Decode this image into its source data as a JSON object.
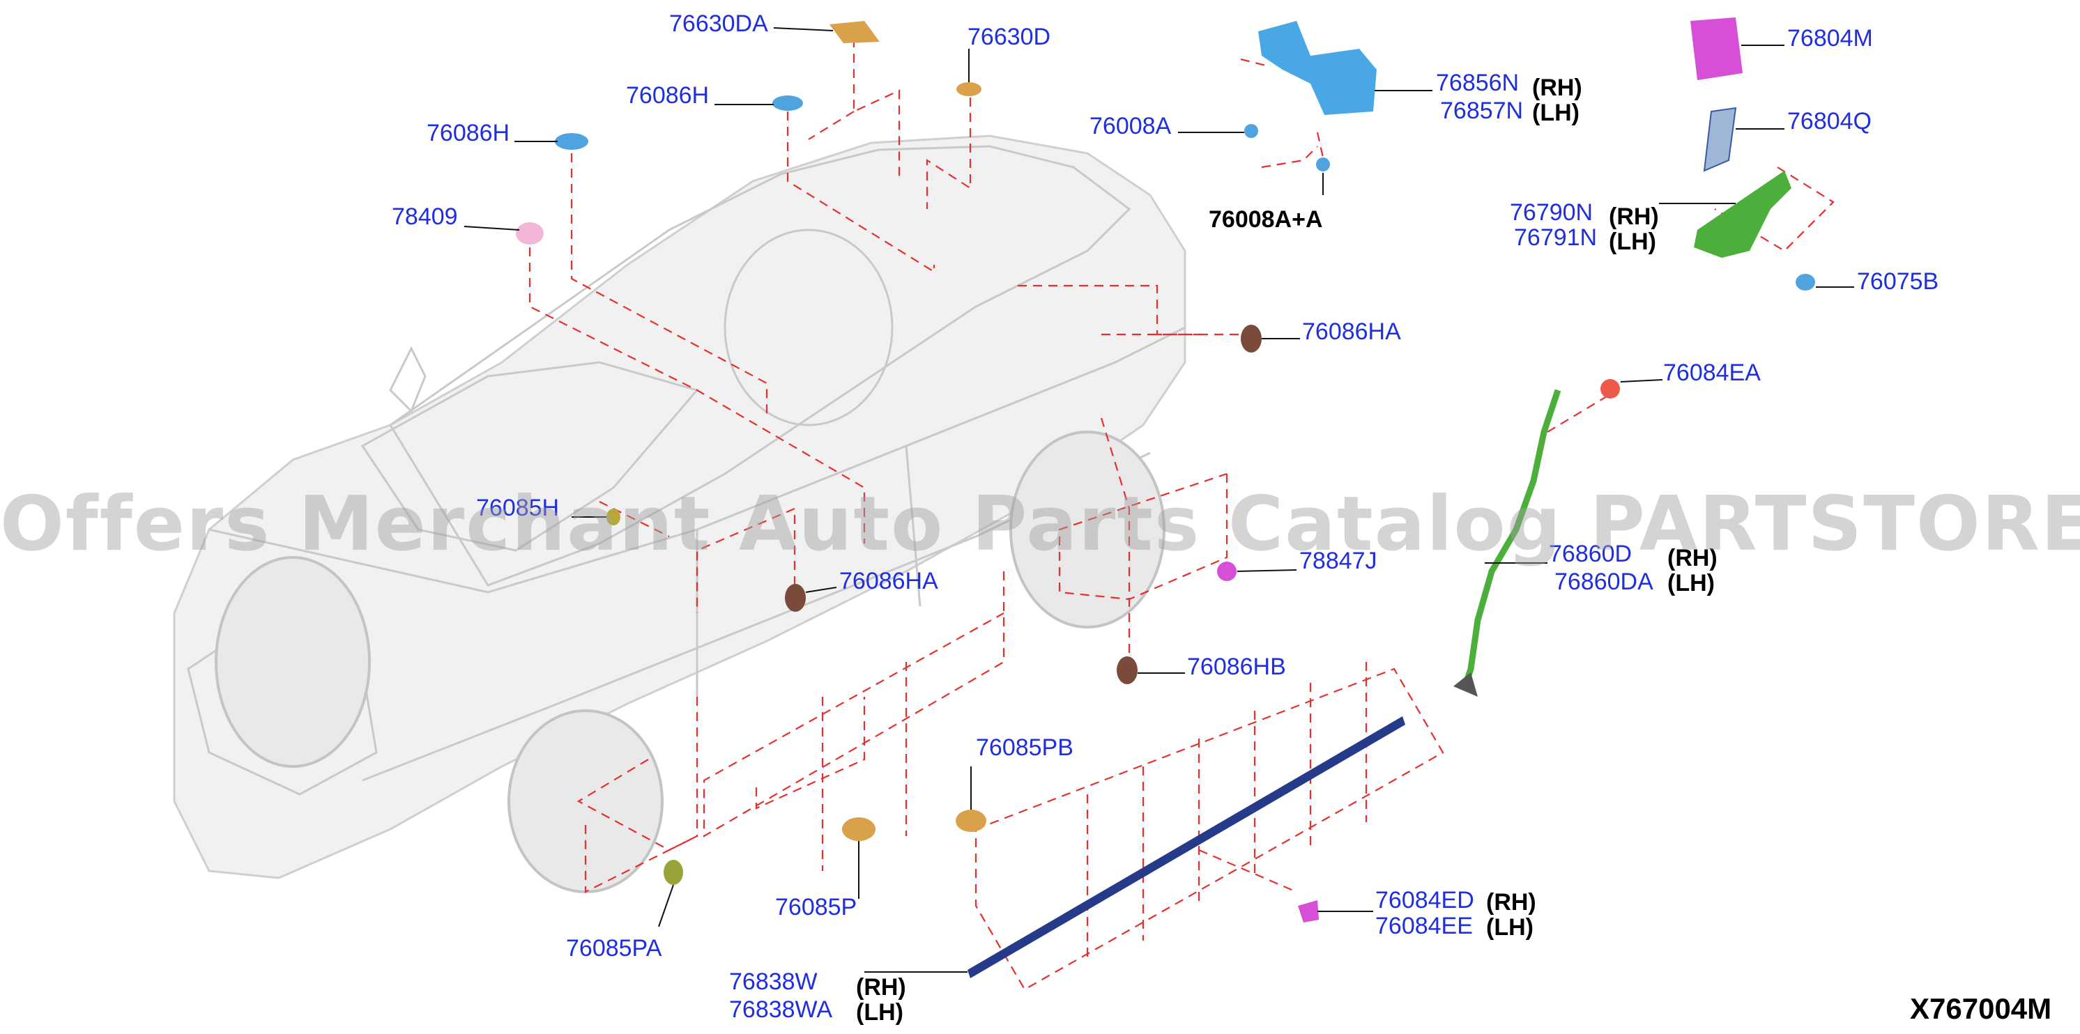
{
  "diagram_code": "X767004M",
  "watermark": "Offers Merchant Auto Parts Catalog PARTSTORE.SA",
  "parts": {
    "p76630DA": "76630DA",
    "p76630D": "76630D",
    "p76086H_top": "76086H",
    "p76086H_left": "76086H",
    "p78409": "78409",
    "p76856N": "76856N",
    "p76857N": "76857N",
    "p76008A": "76008A",
    "p76008AA": "76008A+A",
    "p76804M": "76804M",
    "p76804Q": "76804Q",
    "p76790N": "76790N",
    "p76791N": "76791N",
    "p76075B": "76075B",
    "p76086HA_rear": "76086HA",
    "p76084EA": "76084EA",
    "p76085H": "76085H",
    "p78847J": "78847J",
    "p76860D": "76860D",
    "p76860DA": "76860DA",
    "p76086HA_door": "76086HA",
    "p76086HB": "76086HB",
    "p76085PB": "76085PB",
    "p76085P": "76085P",
    "p76085PA": "76085PA",
    "p76084ED": "76084ED",
    "p76084EE": "76084EE",
    "p76838W": "76838W",
    "p76838WA": "76838WA"
  },
  "sides": {
    "rh": "(RH)",
    "lh": "(LH)"
  },
  "colors": {
    "part_number": "#1f2fe0",
    "callout_dash": "#e53030",
    "clip_gold": "#d9a24a",
    "clip_blue": "#4fa3e0",
    "bracket_blue": "#4aa7e6",
    "bracket_green": "#4caf3c",
    "cover_magenta": "#d64fd6",
    "moulding_navy": "#263a8a",
    "clip_brown": "#7a4a3a",
    "clip_pink": "#f2b7d6",
    "clip_red": "#ee5a4a"
  }
}
